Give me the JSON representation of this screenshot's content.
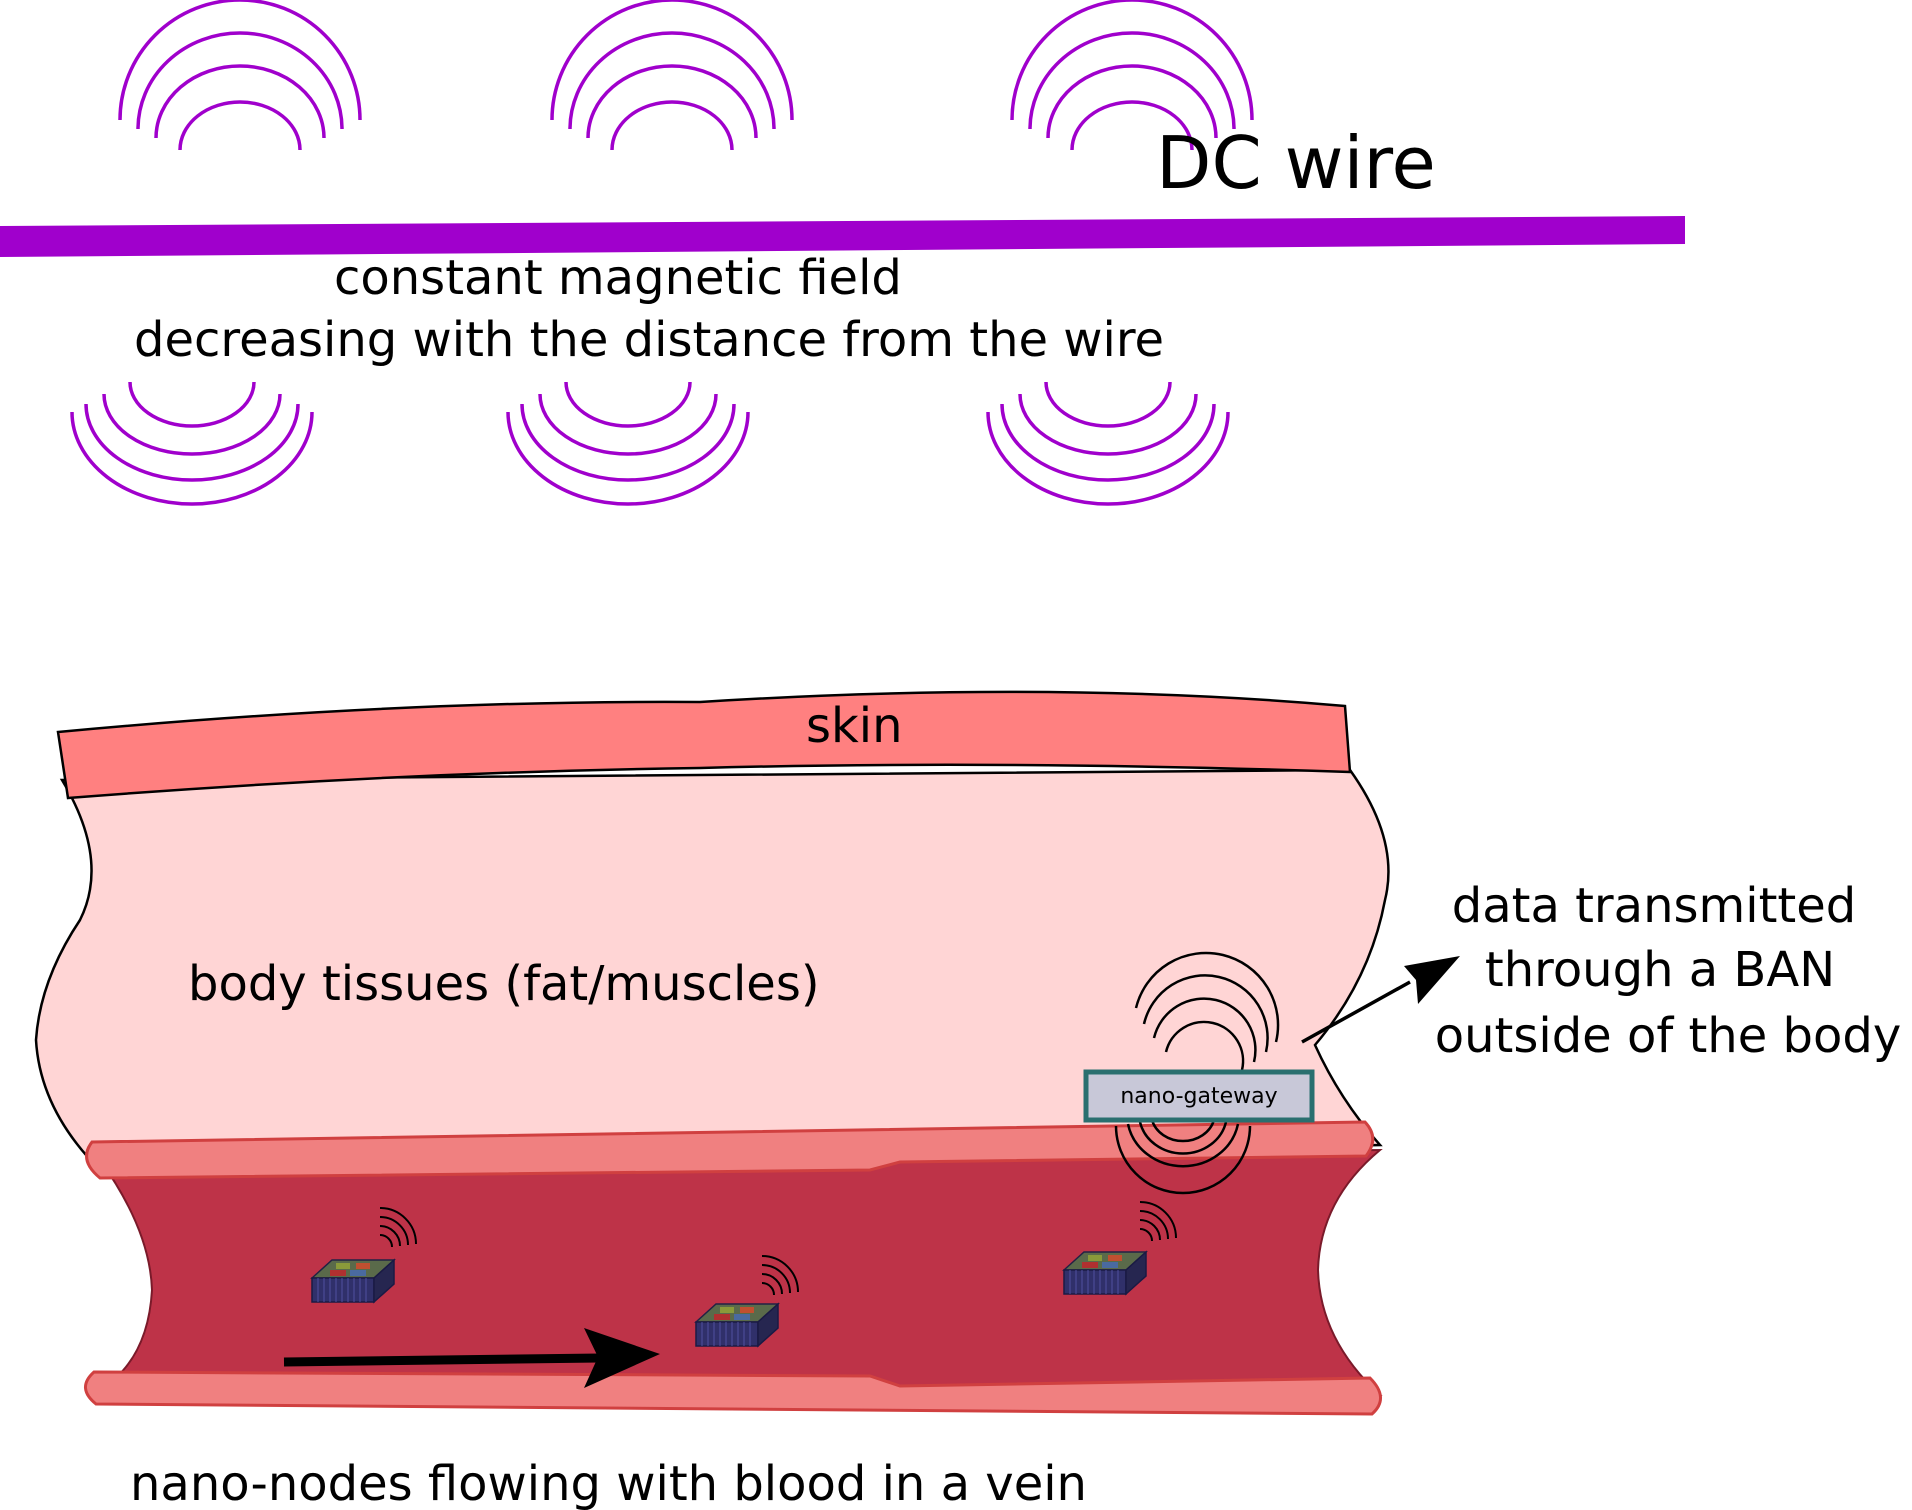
{
  "labels": {
    "dc_wire": "DC wire",
    "field_line1": "constant magnetic field",
    "field_line2": "decreasing with the distance from the wire",
    "skin": "skin",
    "tissues": "body tissues (fat/muscles)",
    "ban_line1": "data transmitted",
    "ban_line2": "through a BAN",
    "ban_line3": "outside of the body",
    "gateway": "nano-gateway",
    "vein": "nano-nodes flowing with blood in a vein"
  },
  "colors": {
    "wire": "#a000cc",
    "skin": "#ff8080",
    "tissue": "#ffd5d5",
    "vein_wall": "#f08080",
    "vein_edge": "#d04040",
    "blood": "#be3348",
    "gateway_fill": "#c8c8d8",
    "gateway_stroke": "#2a6f6f",
    "node_body": "#30306a"
  },
  "icons": [
    "magnetic-wave-icon",
    "signal-wave-icon",
    "nano-node-chip-icon",
    "arrow-icon"
  ]
}
